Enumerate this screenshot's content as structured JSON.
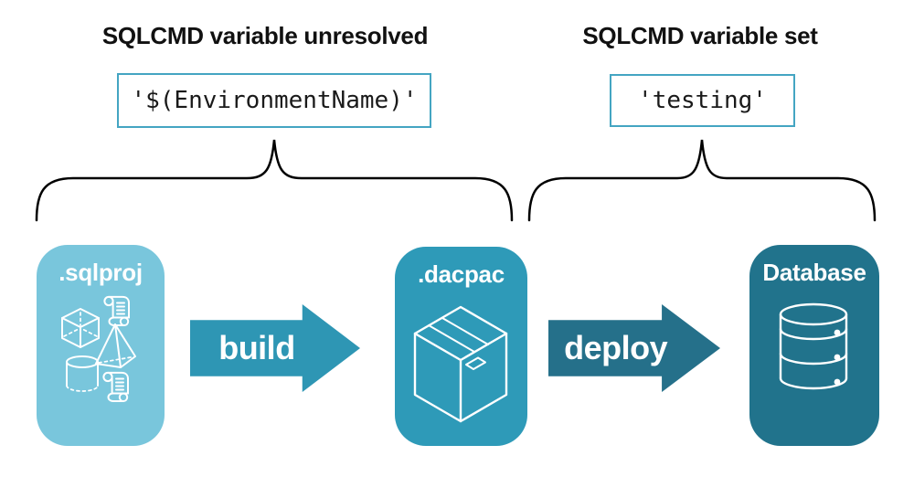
{
  "left_group": {
    "heading": "SQLCMD variable unresolved",
    "code": "'$(EnvironmentName)'"
  },
  "right_group": {
    "heading": "SQLCMD variable set",
    "code": "'testing'"
  },
  "pipeline": {
    "source_label": ".sqlproj",
    "build_label": "build",
    "artifact_label": ".dacpac",
    "deploy_label": "deploy",
    "target_label": "Database"
  },
  "icons": {
    "sqlproj": [
      "cube-icon",
      "scroll-icon",
      "pyramid-icon",
      "cylinder-icon",
      "scroll-icon"
    ],
    "dacpac": "package-box-icon",
    "database": "database-cylinder-icon"
  },
  "colors": {
    "sqlproj_bg": "#79C6DC",
    "dacpac_bg": "#2E9AB8",
    "build_arrow": "#2E96B4",
    "deploy_arrow": "#25708A",
    "database_bg": "#21738C",
    "code_box_border": "#44A5C2",
    "brace": "#000000",
    "heading_text": "#111111",
    "code_text": "#1A1A1A",
    "label_text": "#FFFFFF"
  }
}
